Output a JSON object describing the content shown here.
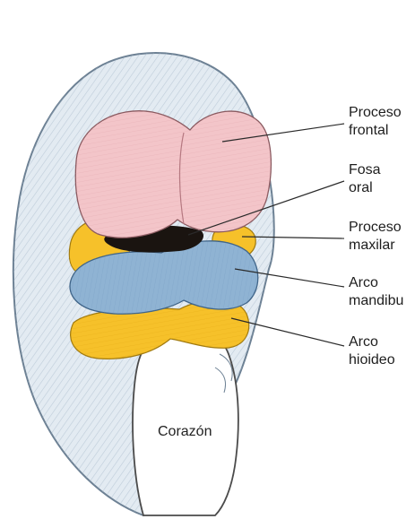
{
  "labels": {
    "proceso_frontal": [
      "Proceso",
      "frontal"
    ],
    "fosa_oral": [
      "Fosa",
      "oral"
    ],
    "proceso_maxilar": [
      "Proceso",
      "maxilar"
    ],
    "arco_mandibular": [
      "Arco",
      "mandibu"
    ],
    "arco_hioideo": [
      "Arco",
      "hioideo"
    ],
    "corazon": "Corazón"
  },
  "colors": {
    "frontal_process": "#f3c5c9",
    "maxillary_process": "#f6c12a",
    "mandibular_arch": "#8fb3d3",
    "hyoid_arch": "#f6c12a",
    "oral_fossa": "#1a1410",
    "embryo_body": "#dfe8f0",
    "heart": "#ffffff",
    "leader_lines": "#2a2a2a"
  }
}
